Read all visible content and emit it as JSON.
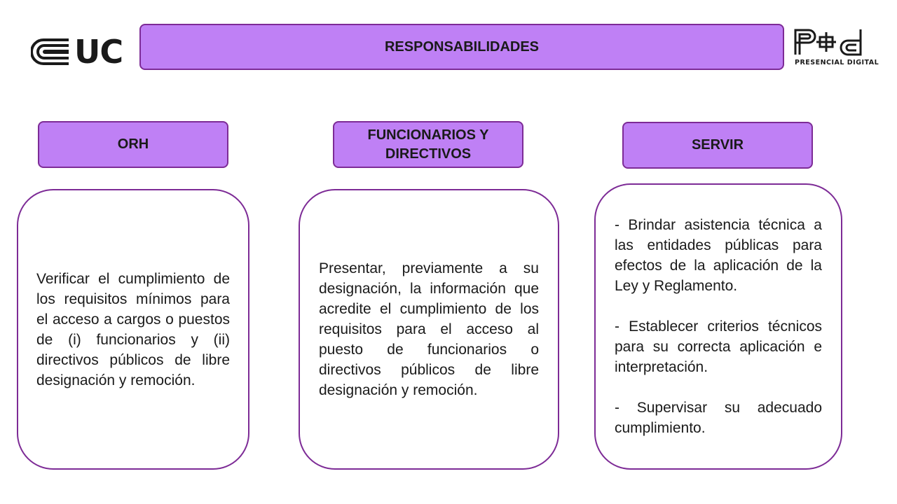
{
  "title": "RESPONSABILIDADES",
  "logos": {
    "left": {
      "text": "UC",
      "icon": "uc-stripes-icon"
    },
    "right": {
      "mark": "P+d",
      "subtitle": "PRESENCIAL DIGITAL"
    }
  },
  "colors": {
    "box_fill": "#bf80f5",
    "border": "#7d2b96",
    "text": "#1a1a1a"
  },
  "columns": [
    {
      "header": "ORH",
      "items": [
        "Verificar el cumplimiento de los requisitos mínimos para el acceso a cargos o puestos de (i) funcionarios y (ii) directivos públicos de libre designación y remoción."
      ]
    },
    {
      "header": "FUNCIONARIOS Y DIRECTIVOS",
      "items": [
        "Presentar, previamente a su designación, la información que acredite el cumplimiento de los requisitos para el acceso al puesto de funcionarios o directivos públicos de libre designación y remoción."
      ]
    },
    {
      "header": "SERVIR",
      "items": [
        "- Brindar asistencia técnica a las entidades públicas para efectos de la aplicación de la Ley y Reglamento.",
        "- Establecer criterios técnicos para su correcta aplicación e interpretación.",
        "- Supervisar su adecuado cumplimiento."
      ]
    }
  ]
}
